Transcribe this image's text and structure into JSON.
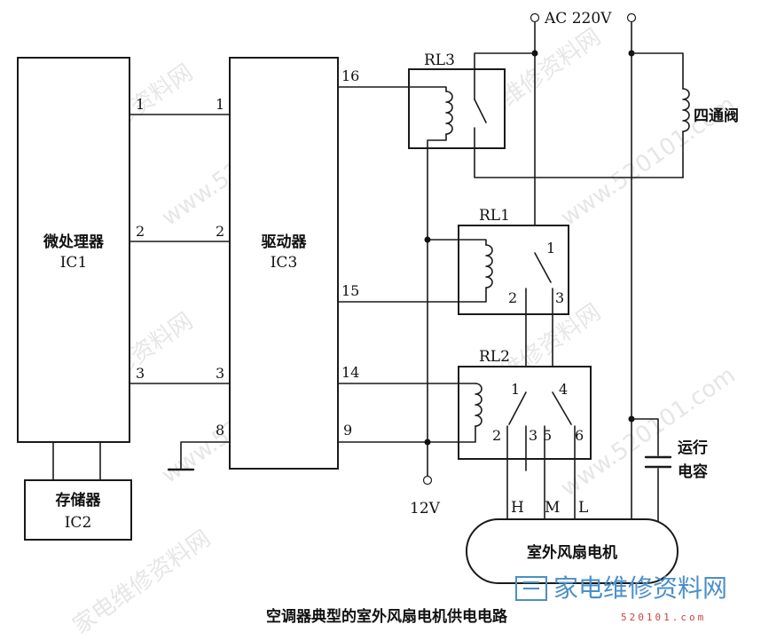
{
  "blocks": {
    "ic1": {
      "name": "微处理器",
      "code": "IC1"
    },
    "ic2": {
      "name": "存储器",
      "code": "IC2"
    },
    "ic3": {
      "name": "驱动器",
      "code": "IC3"
    }
  },
  "pins": {
    "ic1_1": "1",
    "ic1_2": "2",
    "ic1_3": "3",
    "ic3_1": "1",
    "ic3_2": "2",
    "ic3_3": "3",
    "ic3_8": "8",
    "ic3_16": "16",
    "ic3_15": "15",
    "ic3_14": "14",
    "ic3_9": "9"
  },
  "relays": {
    "rl3": "RL3",
    "rl1": {
      "label": "RL1",
      "c1": "1",
      "c2": "2",
      "c3": "3"
    },
    "rl2": {
      "label": "RL2",
      "c1": "1",
      "c2": "2",
      "c3": "3",
      "c4": "4",
      "c5": "5",
      "c6": "6"
    }
  },
  "power": {
    "ac": "AC 220V",
    "dc": "12V"
  },
  "valve": "四通阀",
  "capacitor": {
    "line1": "运行",
    "line2": "电容"
  },
  "motor": {
    "name": "室外风扇电机",
    "h": "H",
    "m": "M",
    "l": "L"
  },
  "caption": "空调器典型的室外风扇电机供电电路",
  "watermark": {
    "site": "家电维修资料网",
    "url": "www.520101.com"
  },
  "logo": {
    "text": "家电维修资料网",
    "url": "520101.com"
  }
}
